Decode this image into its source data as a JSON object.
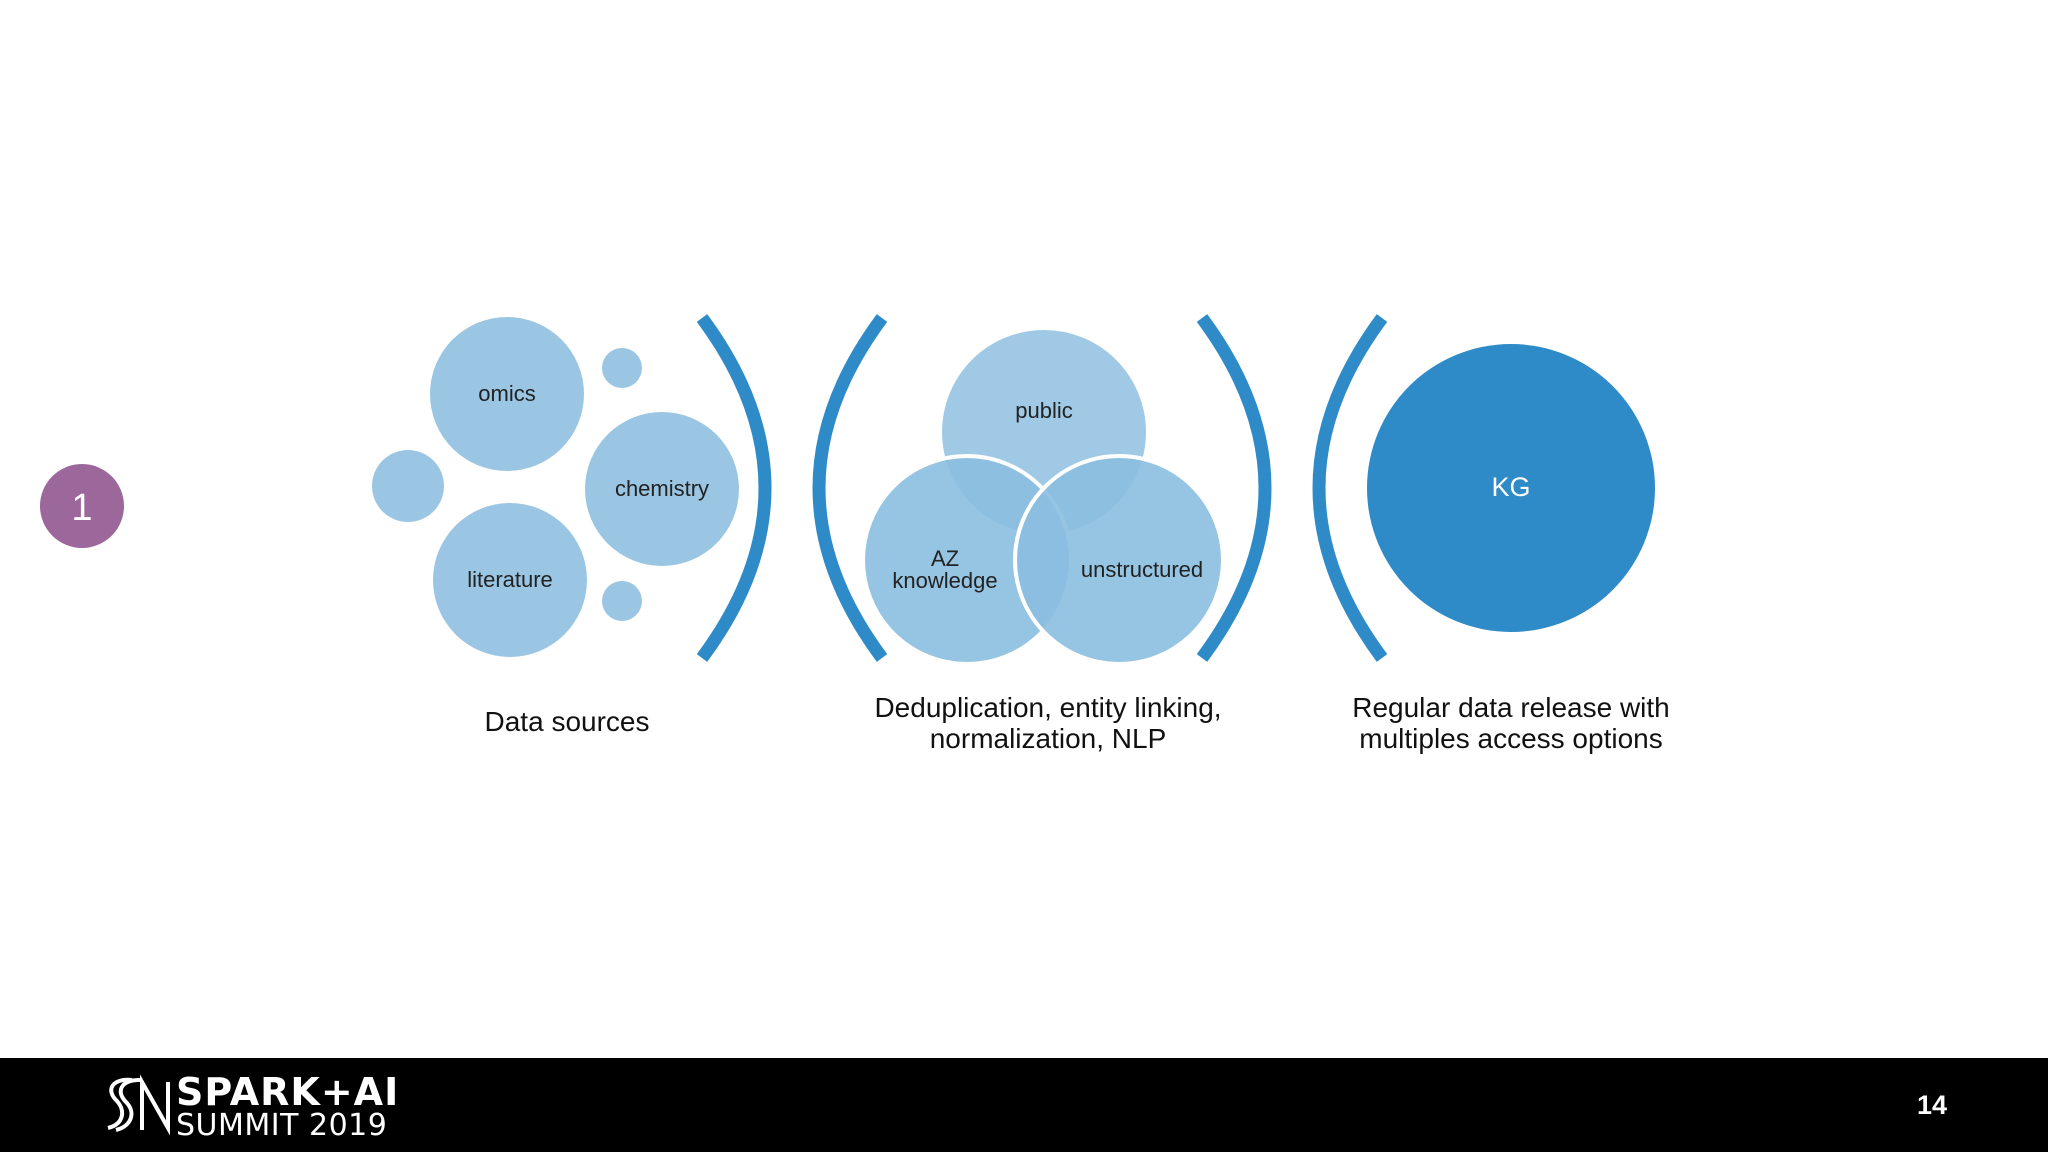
{
  "step_number": "1",
  "sections": {
    "data_sources": {
      "caption": "Data sources",
      "circles": [
        "omics",
        "chemistry",
        "literature"
      ]
    },
    "processing": {
      "caption_line1": "Deduplication, entity linking,",
      "caption_line2": "normalization, NLP",
      "circles": {
        "public": "public",
        "az_line1": "AZ",
        "az_line2": "knowledge",
        "unstructured": "unstructured"
      }
    },
    "release": {
      "caption_line1": "Regular data release with",
      "caption_line2": "multiples access options",
      "circle": "KG"
    }
  },
  "footer": {
    "logo_line1": "SPARK+AI",
    "logo_line2": "SUMMIT 2019",
    "page_number": "14"
  },
  "colors": {
    "light_blue": "#9AC6E3",
    "dark_blue": "#2E8BC8",
    "badge_purple": "#9C679A",
    "footer_bg": "#000000"
  }
}
